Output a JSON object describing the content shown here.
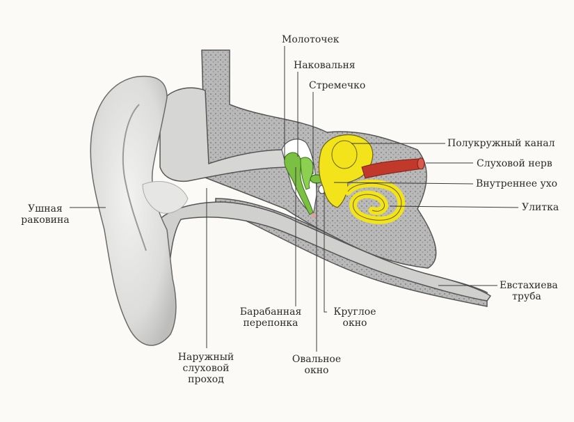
{
  "labels": {
    "malleus": "Молоточек",
    "incus": "Наковальня",
    "stapes": "Стремечко",
    "semicircular_canal": "Полукружный канал",
    "auditory_nerve": "Слуховой нерв",
    "inner_ear": "Внутреннее ухо",
    "cochlea": "Улитка",
    "eustachian_tube_line1": "Евстахиева",
    "eustachian_tube_line2": "труба",
    "auricle_line1": "Ушная",
    "auricle_line2": "раковина",
    "eardrum_line1": "Барабанная",
    "eardrum_line2": "перепонка",
    "round_window_line1": "Круглое",
    "round_window_line2": "окно",
    "ear_canal_line1": "Наружный",
    "ear_canal_line2": "слуховой",
    "ear_canal_line3": "проход",
    "oval_window_line1": "Овальное",
    "oval_window_line2": "окно"
  },
  "colors": {
    "background": "#fbfaf6",
    "bone": "#b9b9b9",
    "bone_dots": "#8a8a8a",
    "skin": "#e4e4e2",
    "skin_shade": "#c8c8c6",
    "ossicles": "#7cc043",
    "eardrum": "#e79a9a",
    "inner_ear": "#f2e31a",
    "nerve": "#c0392b",
    "line": "#3a3a3a"
  }
}
